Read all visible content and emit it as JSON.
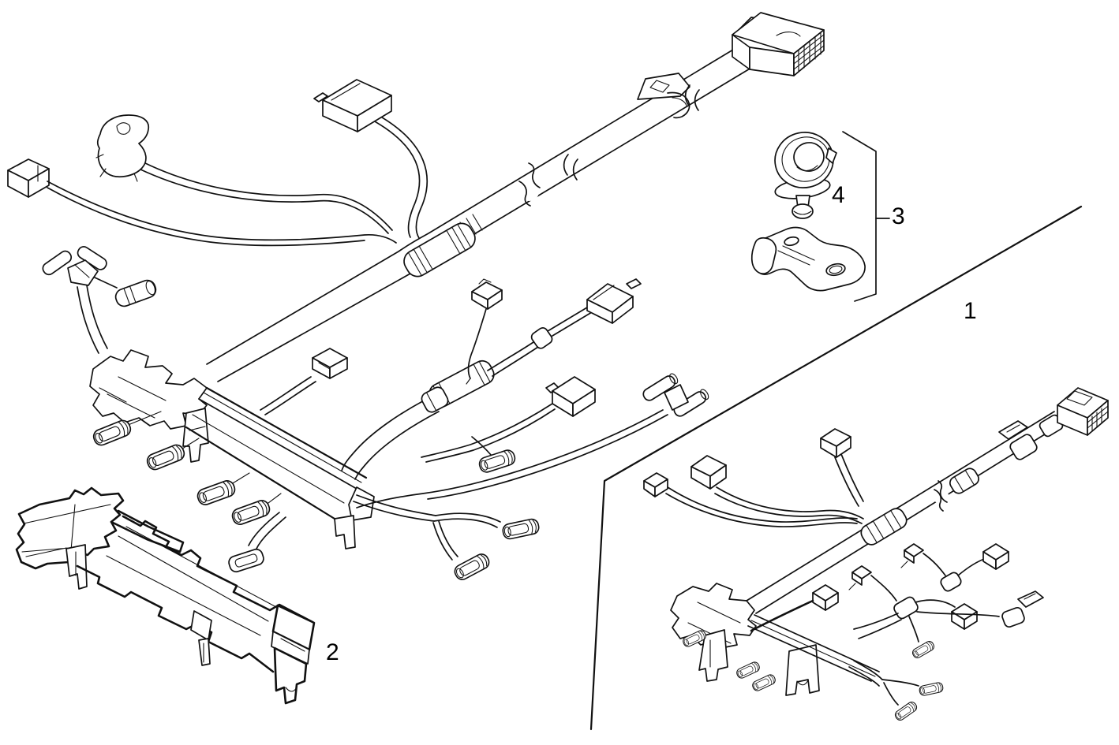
{
  "document": {
    "type": "exploded-parts-diagram",
    "subject": "engine wiring harness",
    "background_color": "#ffffff",
    "line_color": "#111111"
  },
  "callouts": {
    "part1": {
      "label": "1"
    },
    "part2": {
      "label": "2"
    },
    "part3": {
      "label": "3"
    },
    "part4": {
      "label": "4"
    }
  }
}
